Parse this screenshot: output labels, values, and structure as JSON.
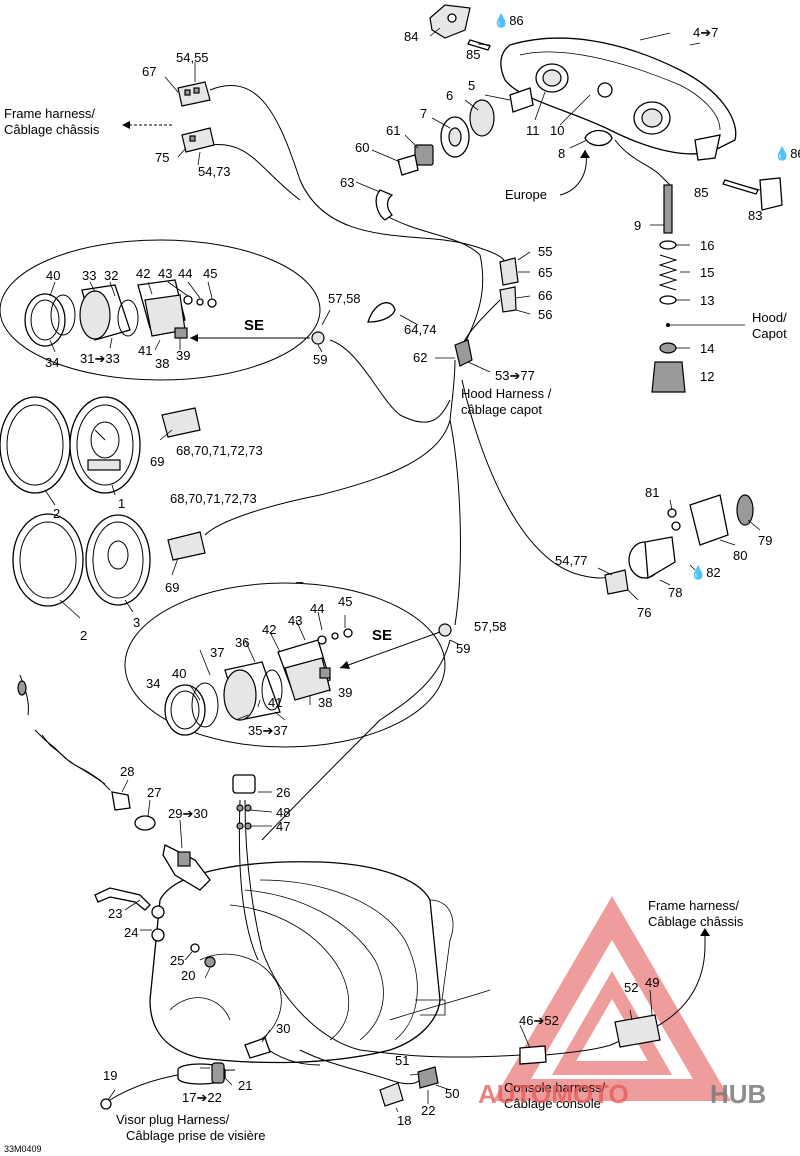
{
  "callouts": {
    "c84": "84",
    "c86a": "86",
    "c85a": "85",
    "c4_7": "4➔7",
    "c67": "67",
    "c54_55": "54,55",
    "c75": "75",
    "c54_73": "54,73",
    "c5": "5",
    "c6": "6",
    "c7": "7",
    "c61": "61",
    "c60": "60",
    "c63": "63",
    "c11": "11",
    "c10": "10",
    "c8": "8",
    "c86b": "86",
    "c85b": "85",
    "c83": "83",
    "c9": "9",
    "c16": "16",
    "c15": "15",
    "c13": "13",
    "c14": "14",
    "c12": "12",
    "c55": "55",
    "c65": "65",
    "c66": "66",
    "c56": "56",
    "c57_58a": "57,58",
    "c59a": "59",
    "c64_74": "64,74",
    "c62": "62",
    "c53_77": "53➔77",
    "c40a": "40",
    "c33a": "33",
    "c32": "32",
    "c42a": "42",
    "c43a": "43",
    "c44a": "44",
    "c45a": "45",
    "c34a": "34",
    "c31_33": "31➔33",
    "c41a": "41",
    "c38a": "38",
    "c39a": "39",
    "c69a": "69",
    "c68_73a": "68,70,71,72,73",
    "c2a": "2",
    "c1": "1",
    "c2b": "2",
    "c3": "3",
    "c68_73b": "68,70,71,72,73",
    "c69b": "69",
    "c81": "81",
    "c80": "80",
    "c79": "79",
    "c78": "78",
    "c82": "82",
    "c54_77": "54,77",
    "c76": "76",
    "c44b": "44",
    "c45b": "45",
    "c43b": "43",
    "c42b": "42",
    "c36": "36",
    "c37": "37",
    "c40b": "40",
    "c34b": "34",
    "c41b": "41",
    "c38b": "38",
    "c39b": "39",
    "c35_37": "35➔37",
    "c57_58b": "57,58",
    "c59b": "59",
    "c28": "28",
    "c27": "27",
    "c29_30a": "29➔30",
    "c26": "26",
    "c48": "48",
    "c47": "47",
    "c23": "23",
    "c24": "24",
    "c25": "25",
    "c20": "20",
    "c30": "30",
    "c19": "19",
    "c17_22": "17➔22",
    "c21": "21",
    "c51": "51",
    "c50": "50",
    "c18": "18",
    "c22": "22",
    "c46_52": "46➔52",
    "c52": "52",
    "c49": "49"
  },
  "text_labels": {
    "frame_harness_top_1": "Frame harness/",
    "frame_harness_top_2": "Câblage châssis",
    "europe": "Europe",
    "hood_1": "Hood/",
    "hood_2": "Capot",
    "hood_harness_1": "Hood Harness /",
    "hood_harness_2": "câblage capot",
    "se_top": "SE",
    "se_bottom": "SE",
    "frame_harness_bottom_1": "Frame harness/",
    "frame_harness_bottom_2": "Câblage châssis",
    "console_harness_1": "Console harness/",
    "console_harness_2": "Câblage console",
    "visor_plug_1": "Visor plug Harness/",
    "visor_plug_2": "Câblage prise de visière",
    "drawing_code": "33M0409",
    "dash_mark": "–"
  },
  "watermark": {
    "text_prefix": "AUTOMOTO",
    "text_suffix": "HUB",
    "color_red": "#e35a5a",
    "color_gray": "#7a7a7a"
  }
}
